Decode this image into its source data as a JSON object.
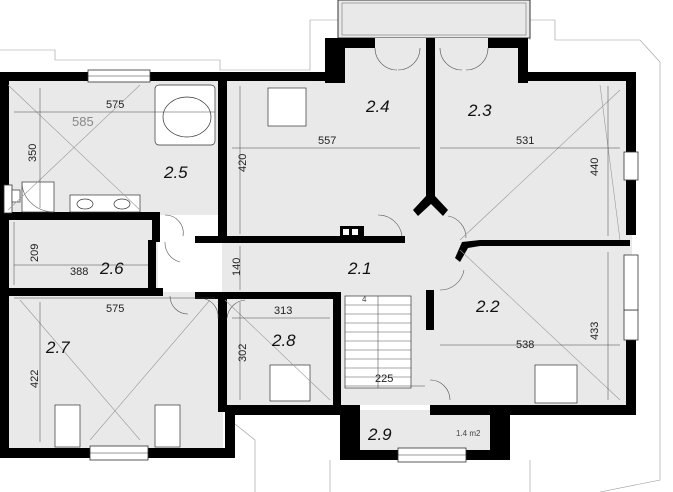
{
  "rooms": {
    "r21": "2.1",
    "r22": "2.2",
    "r23": "2.3",
    "r24": "2.4",
    "r25": "2.5",
    "r26": "2.6",
    "r27": "2.7",
    "r28": "2.8",
    "r29": "2.9"
  },
  "dimensions": {
    "d575a": "575",
    "d585": "585",
    "d350": "350",
    "d420": "420",
    "d557": "557",
    "d531": "531",
    "d440": "440",
    "d209": "209",
    "d388": "388",
    "d140": "140",
    "d575b": "575",
    "d313": "313",
    "d302": "302",
    "d422": "422",
    "d225": "225",
    "d538": "538",
    "d433": "433"
  },
  "notes": {
    "area29": "1.4 m2",
    "stair4": "4"
  },
  "colors": {
    "wall": "#000000",
    "floor": "#e9e9e9",
    "background": "#ffffff"
  }
}
